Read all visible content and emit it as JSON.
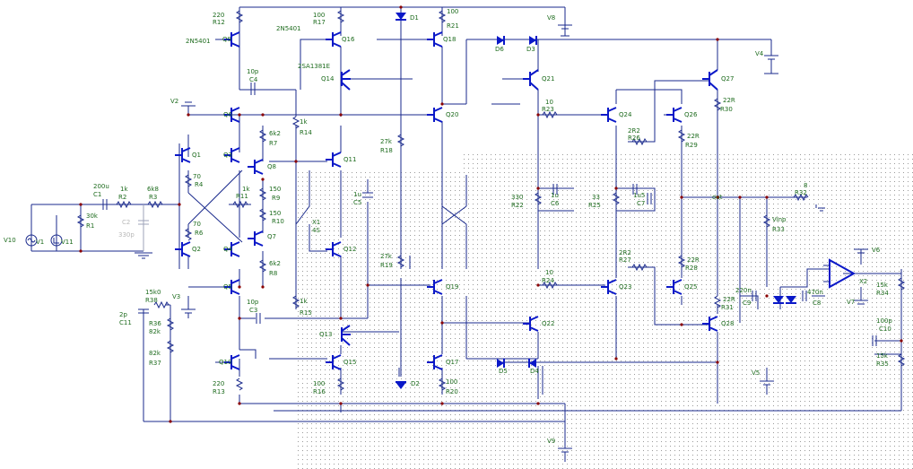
{
  "transistors": [
    {
      "ref": "Q9",
      "part": "2N5401"
    },
    {
      "ref": "Q16",
      "part": "2N5401"
    },
    {
      "ref": "Q18",
      "part": ""
    },
    {
      "ref": "Q14",
      "part": "2SA1381E"
    },
    {
      "ref": "Q21",
      "part": ""
    },
    {
      "ref": "Q27",
      "part": ""
    },
    {
      "ref": "Q6",
      "part": ""
    },
    {
      "ref": "Q20",
      "part": ""
    },
    {
      "ref": "Q24",
      "part": ""
    },
    {
      "ref": "Q26",
      "part": ""
    },
    {
      "ref": "Q1",
      "part": ""
    },
    {
      "ref": "Q3",
      "part": ""
    },
    {
      "ref": "Q8",
      "part": ""
    },
    {
      "ref": "Q11",
      "part": ""
    },
    {
      "ref": "Q2",
      "part": ""
    },
    {
      "ref": "Q4",
      "part": ""
    },
    {
      "ref": "Q7",
      "part": ""
    },
    {
      "ref": "Q12",
      "part": ""
    },
    {
      "ref": "Q5",
      "part": ""
    },
    {
      "ref": "Q19",
      "part": ""
    },
    {
      "ref": "Q23",
      "part": ""
    },
    {
      "ref": "Q25",
      "part": ""
    },
    {
      "ref": "Q22",
      "part": ""
    },
    {
      "ref": "Q28",
      "part": ""
    },
    {
      "ref": "Q13",
      "part": ""
    },
    {
      "ref": "Q10",
      "part": ""
    },
    {
      "ref": "Q15",
      "part": ""
    },
    {
      "ref": "Q17",
      "part": ""
    }
  ],
  "resistors": [
    {
      "ref": "R12",
      "value": "220"
    },
    {
      "ref": "R17",
      "value": "100"
    },
    {
      "ref": "R21",
      "value": "100"
    },
    {
      "ref": "R14",
      "value": "1k"
    },
    {
      "ref": "R18",
      "value": "27k"
    },
    {
      "ref": "R23",
      "value": "10"
    },
    {
      "ref": "R30",
      "value": "22R"
    },
    {
      "ref": "R26",
      "value": "2R2"
    },
    {
      "ref": "R29",
      "value": "22R"
    },
    {
      "ref": "R7",
      "value": "6k2"
    },
    {
      "ref": "R4",
      "value": "70"
    },
    {
      "ref": "R11",
      "value": "1k"
    },
    {
      "ref": "R9",
      "value": "150"
    },
    {
      "ref": "R10",
      "value": "150"
    },
    {
      "ref": "R6",
      "value": "70"
    },
    {
      "ref": "R8",
      "value": "6k2"
    },
    {
      "ref": "R2",
      "value": "1k"
    },
    {
      "ref": "R3",
      "value": "6k8"
    },
    {
      "ref": "R1",
      "value": "30k"
    },
    {
      "ref": "R32",
      "value": "8"
    },
    {
      "ref": "R33",
      "value": "Vinp"
    },
    {
      "ref": "R22",
      "value": "330"
    },
    {
      "ref": "R25",
      "value": "33"
    },
    {
      "ref": "R19",
      "value": "27k"
    },
    {
      "ref": "R27",
      "value": "2R2"
    },
    {
      "ref": "R28",
      "value": "22R"
    },
    {
      "ref": "R24",
      "value": "10"
    },
    {
      "ref": "R31",
      "value": "22R"
    },
    {
      "ref": "R15",
      "value": "1k"
    },
    {
      "ref": "R38",
      "value": "15k0"
    },
    {
      "ref": "R36",
      "value": "82k"
    },
    {
      "ref": "R37",
      "value": "82k"
    },
    {
      "ref": "R13",
      "value": "220"
    },
    {
      "ref": "R16",
      "value": "100"
    },
    {
      "ref": "R20",
      "value": "100"
    },
    {
      "ref": "R34",
      "value": "15k"
    },
    {
      "ref": "R35",
      "value": "15k"
    }
  ],
  "capacitors": [
    {
      "ref": "C4",
      "value": "10p"
    },
    {
      "ref": "C1",
      "value": "200u"
    },
    {
      "ref": "C2",
      "value": "330p"
    },
    {
      "ref": "C5",
      "value": "1u"
    },
    {
      "ref": "C6",
      "value": "1u"
    },
    {
      "ref": "C7",
      "value": "1u5"
    },
    {
      "ref": "C3",
      "value": "10p"
    },
    {
      "ref": "C11",
      "value": "2p"
    },
    {
      "ref": "C8",
      "value": "470n"
    },
    {
      "ref": "C9",
      "value": "220n"
    },
    {
      "ref": "C10",
      "value": "100p"
    }
  ],
  "diodes": [
    "D1",
    "D2",
    "D3",
    "D4",
    "D5",
    "D6"
  ],
  "sources": [
    "V1",
    "V2",
    "V3",
    "V4",
    "V5",
    "V6",
    "V7",
    "V8",
    "V9",
    "V10",
    "V11"
  ],
  "other": [
    {
      "ref": "X1",
      "value": "4S"
    },
    {
      "ref": "X2",
      "value": ""
    }
  ],
  "net_labels": [
    "out"
  ],
  "colors": {
    "wire": "#1a2a8c",
    "device": "#0a18c8",
    "label": "#1d6b1d",
    "junction": "#8a0000",
    "grid_dots": "#9a9a9a",
    "disabled": "#b8b8b8"
  }
}
